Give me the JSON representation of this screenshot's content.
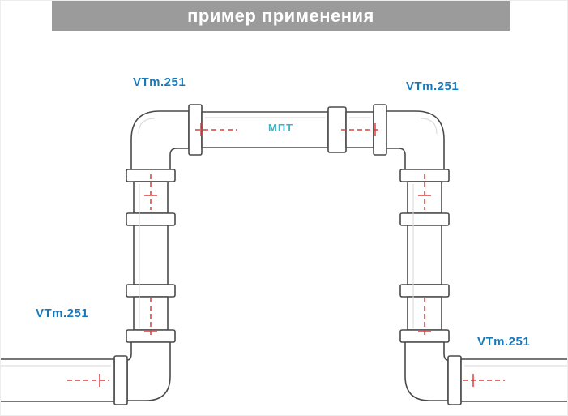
{
  "header": {
    "title": "пример применения"
  },
  "diagram": {
    "labels": [
      {
        "id": "top-left",
        "text": "VTm.251"
      },
      {
        "id": "top-right",
        "text": "VTm.251"
      },
      {
        "id": "bottom-left",
        "text": "VTm.251"
      },
      {
        "id": "bottom-right",
        "text": "VTm.251"
      }
    ],
    "pipe_label": "МПТ",
    "colors": {
      "header_background": "#9b9b9b",
      "header_text": "#ffffff",
      "fitting_label": "#1879ba",
      "pipe_label": "#3db3c9",
      "centerline": "#e23b3b",
      "pipe_outline": "#4a4a4a"
    }
  }
}
